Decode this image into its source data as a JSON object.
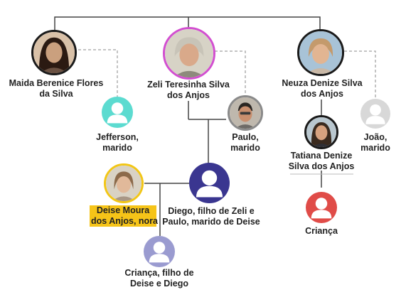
{
  "colors": {
    "line": "#444444",
    "dashed_line": "#b0b0b0",
    "ring_dark": "#1a1a1a",
    "ring_pink": "#d24fd0",
    "ring_gray": "#8a8a8a",
    "ring_yellow": "#f2c616",
    "jefferson": "#5cdbd0",
    "diego": "#3a3690",
    "crianca_deise": "#9a9bd0",
    "crianca_tatiana": "#e04c48",
    "joao": "#d8d8d8",
    "highlight": "#f6c418"
  },
  "people": {
    "maida": {
      "line1": "Maida Berenice Flores",
      "line2": "da Silva",
      "icon": "photo-woman"
    },
    "zeli": {
      "line1": "Zeli Teresinha Silva",
      "line2": "dos Anjos",
      "icon": "photo-woman"
    },
    "neuza": {
      "line1": "Neuza Denize Silva",
      "line2": "dos Anjos",
      "icon": "photo-woman"
    },
    "jefferson": {
      "line1": "Jefferson,",
      "line2": "marido",
      "icon": "person-icon"
    },
    "paulo": {
      "line1": "Paulo,",
      "line2": "marido",
      "icon": "photo-man"
    },
    "joao": {
      "line1": "João,",
      "line2": "marido",
      "icon": "person-icon"
    },
    "tatiana": {
      "line1": "Tatiana Denize",
      "line2": "Silva dos Anjos",
      "icon": "photo-woman"
    },
    "deise": {
      "line1": "Deise Moura",
      "line2": "dos Anjos, nora",
      "icon": "photo-woman"
    },
    "diego": {
      "line1": "Diego, filho de Zeli e",
      "line2": "Paulo, marido de Deise",
      "icon": "person-icon"
    },
    "crianca_tatiana": {
      "line1": "Criança",
      "icon": "person-icon"
    },
    "crianca_deise": {
      "line1": "Criança, filho de",
      "line2": "Deise e Diego",
      "icon": "person-icon"
    }
  }
}
